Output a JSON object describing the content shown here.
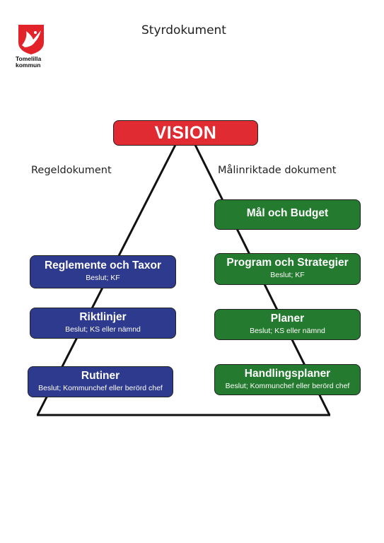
{
  "logo": {
    "line1": "Tomelilla",
    "line2": "kommun",
    "icon": "red-bird-shield-icon"
  },
  "title": "Styrdokument",
  "vision": "VISION",
  "left_heading": "Regeldokument",
  "right_heading": "Målinriktade dokument",
  "left_boxes": [
    {
      "title": "Reglemente och Taxor",
      "sub": "Beslut; KF"
    },
    {
      "title": "Riktlinjer",
      "sub": "Beslut; KS eller nämnd"
    },
    {
      "title": "Rutiner",
      "sub": "Beslut; Kommunchef eller berörd chef"
    }
  ],
  "right_boxes": [
    {
      "title": "Mål och Budget",
      "sub": ""
    },
    {
      "title": "Program och Strategier",
      "sub": "Beslut; KF"
    },
    {
      "title": "Planer",
      "sub": "Beslut; KS eller nämnd"
    },
    {
      "title": "Handlingsplaner",
      "sub": "Beslut; Kommunchef eller berörd chef"
    }
  ],
  "colors": {
    "vision": "#e12b32",
    "rule_documents": "#2d3a8e",
    "goal_documents": "#247a2e",
    "logo_red": "#e2232a"
  }
}
